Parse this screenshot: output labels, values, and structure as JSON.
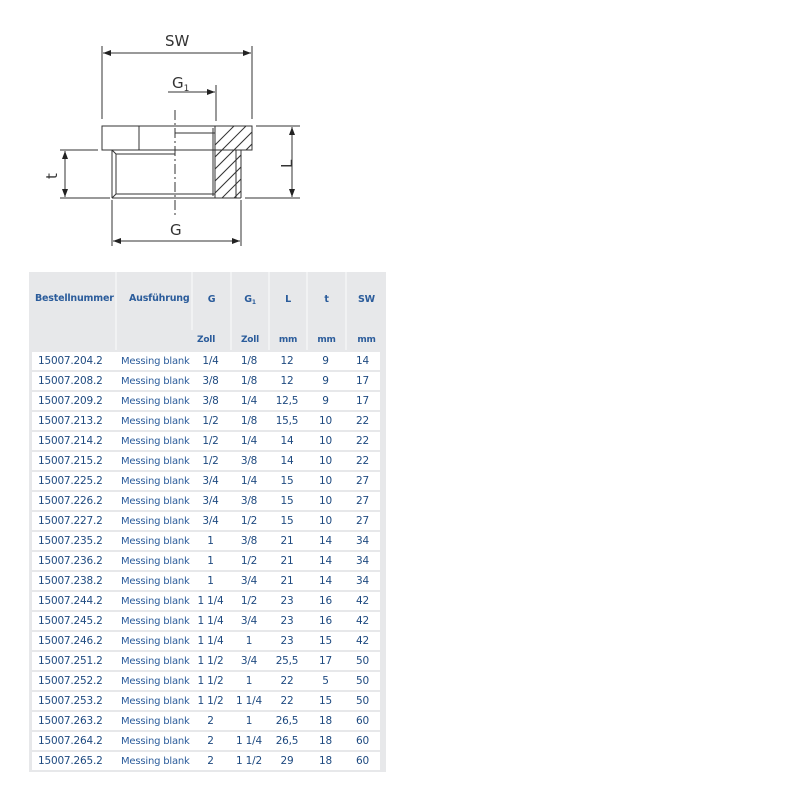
{
  "drawing": {
    "labels": {
      "sw": "SW",
      "g1_main": "G",
      "g1_sub": "1",
      "l": "L",
      "t": "t",
      "g": "G"
    }
  },
  "table": {
    "headers": [
      {
        "label": "Bestellnummer",
        "unit": ""
      },
      {
        "label": "Ausführung",
        "unit": ""
      },
      {
        "label": "G",
        "unit": "Zoll"
      },
      {
        "label": "G",
        "label_sub": "1",
        "unit": "Zoll"
      },
      {
        "label": "L",
        "unit": "mm"
      },
      {
        "label": "t",
        "unit": "mm"
      },
      {
        "label": "SW",
        "unit": "mm"
      }
    ],
    "rows": [
      [
        "15007.204.2",
        "Messing blank",
        "1/4",
        "1/8",
        "12",
        "9",
        "14"
      ],
      [
        "15007.208.2",
        "Messing blank",
        "3/8",
        "1/8",
        "12",
        "9",
        "17"
      ],
      [
        "15007.209.2",
        "Messing blank",
        "3/8",
        "1/4",
        "12,5",
        "9",
        "17"
      ],
      [
        "15007.213.2",
        "Messing blank",
        "1/2",
        "1/8",
        "15,5",
        "10",
        "22"
      ],
      [
        "15007.214.2",
        "Messing blank",
        "1/2",
        "1/4",
        "14",
        "10",
        "22"
      ],
      [
        "15007.215.2",
        "Messing blank",
        "1/2",
        "3/8",
        "14",
        "10",
        "22"
      ],
      [
        "15007.225.2",
        "Messing blank",
        "3/4",
        "1/4",
        "15",
        "10",
        "27"
      ],
      [
        "15007.226.2",
        "Messing blank",
        "3/4",
        "3/8",
        "15",
        "10",
        "27"
      ],
      [
        "15007.227.2",
        "Messing blank",
        "3/4",
        "1/2",
        "15",
        "10",
        "27"
      ],
      [
        "15007.235.2",
        "Messing blank",
        "1",
        "3/8",
        "21",
        "14",
        "34"
      ],
      [
        "15007.236.2",
        "Messing blank",
        "1",
        "1/2",
        "21",
        "14",
        "34"
      ],
      [
        "15007.238.2",
        "Messing blank",
        "1",
        "3/4",
        "21",
        "14",
        "34"
      ],
      [
        "15007.244.2",
        "Messing blank",
        "1 1/4",
        "1/2",
        "23",
        "16",
        "42"
      ],
      [
        "15007.245.2",
        "Messing blank",
        "1 1/4",
        "3/4",
        "23",
        "16",
        "42"
      ],
      [
        "15007.246.2",
        "Messing blank",
        "1 1/4",
        "1",
        "23",
        "15",
        "42"
      ],
      [
        "15007.251.2",
        "Messing blank",
        "1 1/2",
        "3/4",
        "25,5",
        "17",
        "50"
      ],
      [
        "15007.252.2",
        "Messing blank",
        "1 1/2",
        "1",
        "22",
        "5",
        "50"
      ],
      [
        "15007.253.2",
        "Messing blank",
        "1 1/2",
        "1 1/4",
        "22",
        "15",
        "50"
      ],
      [
        "15007.263.2",
        "Messing blank",
        "2",
        "1",
        "26,5",
        "18",
        "60"
      ],
      [
        "15007.264.2",
        "Messing blank",
        "2",
        "1 1/4",
        "26,5",
        "18",
        "60"
      ],
      [
        "15007.265.2",
        "Messing blank",
        "2",
        "1 1/2",
        "29",
        "18",
        "60"
      ]
    ]
  },
  "colors": {
    "header_text": "#2b5c9b",
    "cell_text": "#1e4a80",
    "table_bg": "#e7e8ea",
    "row_bg": "#ffffff"
  }
}
